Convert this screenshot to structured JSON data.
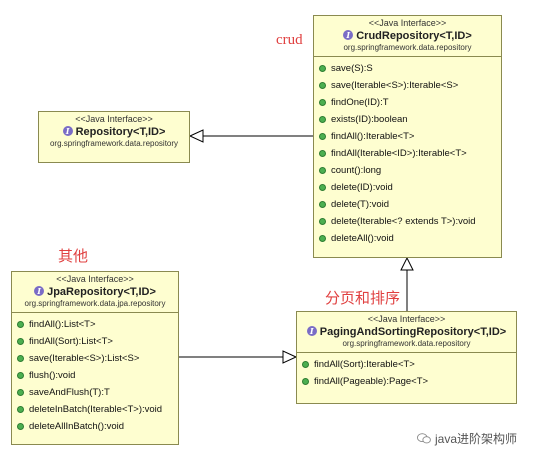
{
  "labels": {
    "crud": "crud",
    "other": "其他",
    "paging": "分页和排序"
  },
  "interfaces": {
    "crud": {
      "stereotype": "<<Java Interface>>",
      "name": "CrudRepository<T,ID>",
      "package": "org.springframework.data.repository",
      "methods": [
        "save(S):S",
        "save(Iterable<S>):Iterable<S>",
        "findOne(ID):T",
        "exists(ID):boolean",
        "findAll():Iterable<T>",
        "findAll(Iterable<ID>):Iterable<T>",
        "count():long",
        "delete(ID):void",
        "delete(T):void",
        "delete(Iterable<? extends T>):void",
        "deleteAll():void"
      ]
    },
    "repository": {
      "stereotype": "<<Java Interface>>",
      "name": "Repository<T,ID>",
      "package": "org.springframework.data.repository",
      "methods": []
    },
    "jpa": {
      "stereotype": "<<Java Interface>>",
      "name": "JpaRepository<T,ID>",
      "package": "org.springframework.data.jpa.repository",
      "methods": [
        "findAll():List<T>",
        "findAll(Sort):List<T>",
        "save(Iterable<S>):List<S>",
        "flush():void",
        "saveAndFlush(T):T",
        "deleteInBatch(Iterable<T>):void",
        "deleteAllInBatch():void"
      ]
    },
    "paging": {
      "stereotype": "<<Java Interface>>",
      "name": "PagingAndSortingRepository<T,ID>",
      "package": "org.springframework.data.repository",
      "methods": [
        "findAll(Sort):Iterable<T>",
        "findAll(Pageable):Page<T>"
      ]
    }
  },
  "watermark": "java进阶架构师"
}
